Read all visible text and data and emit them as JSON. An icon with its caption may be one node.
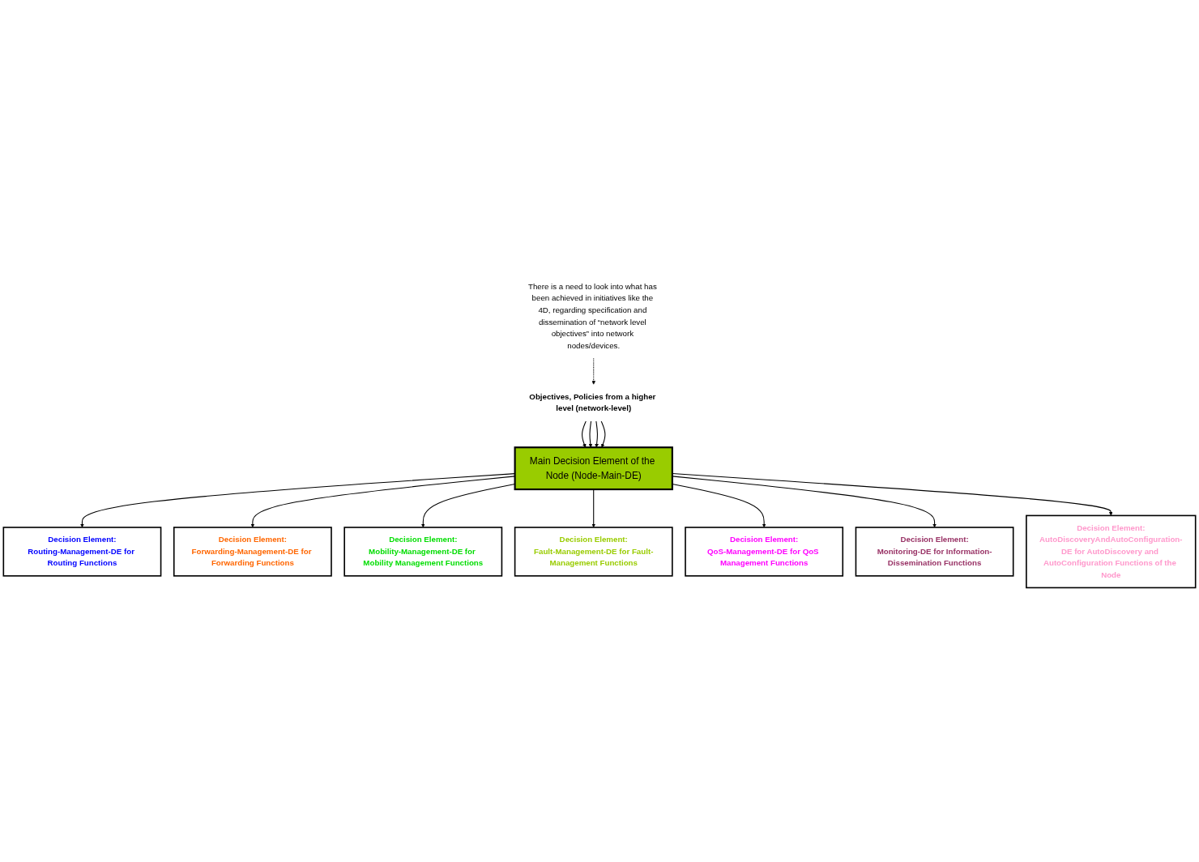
{
  "diagram": {
    "nodes": [
      {
        "text": [
          "Objectives, Policies from a higher level (network-level)"
        ]
      },
      {
        "text": [
          "There is a need to look into what has been achieved in initiatives like the 4D, regarding specification and dissemination of “network level objectives” into network nodes/devices."
        ]
      },
      {
        "text": [
          "Main Decision Element of the Node (Node-Main-DE)"
        ]
      },
      {
        "text": [
          "Decision Element:",
          "Routing-Management-DE for Routing Functions"
        ]
      },
      {
        "text": [
          "Decision Element:",
          "Forwarding-Management-DE for Forwarding Functions"
        ]
      },
      {
        "text": [
          "Decision Element:",
          "Mobility-Management-DE for Mobility Management Functions"
        ]
      },
      {
        "text": [
          "Decision Element:",
          "Fault-Management-DE for Fault-Management Functions"
        ]
      },
      {
        "text": [
          "Decision Element:",
          "QoS-Management-DE for QoS Management Functions"
        ]
      },
      {
        "text": [
          "Decision Element:",
          "Monitoring-DE for Information-Dissemination Functions"
        ]
      },
      {
        "text": [
          "Decision Element:",
          "AutoDiscoveryAndAutoConfiguration-DE for AutoDiscovery and AutoConfiguration Functions of the Node"
        ]
      }
    ],
    "edges": [
      {
        "from": 0,
        "to": 2,
        "arrow": "to"
      },
      {
        "from": 0,
        "to": 2,
        "arrow": "to"
      },
      {
        "from": 0,
        "to": 2,
        "arrow": "to"
      },
      {
        "from": 0,
        "to": 2,
        "arrow": "to"
      },
      {
        "from": 1,
        "to": 0,
        "arrow": "to",
        "style": "dashed"
      },
      {
        "from": 2,
        "to": 3,
        "arrow": "to"
      },
      {
        "from": 2,
        "to": 4,
        "arrow": "to"
      },
      {
        "from": 2,
        "to": 5,
        "arrow": "to"
      },
      {
        "from": 2,
        "to": 6,
        "arrow": "to"
      },
      {
        "from": 2,
        "to": 7,
        "arrow": "to"
      },
      {
        "from": 2,
        "to": 8,
        "arrow": "to"
      },
      {
        "from": 2,
        "to": 9,
        "arrow": "to"
      }
    ]
  }
}
